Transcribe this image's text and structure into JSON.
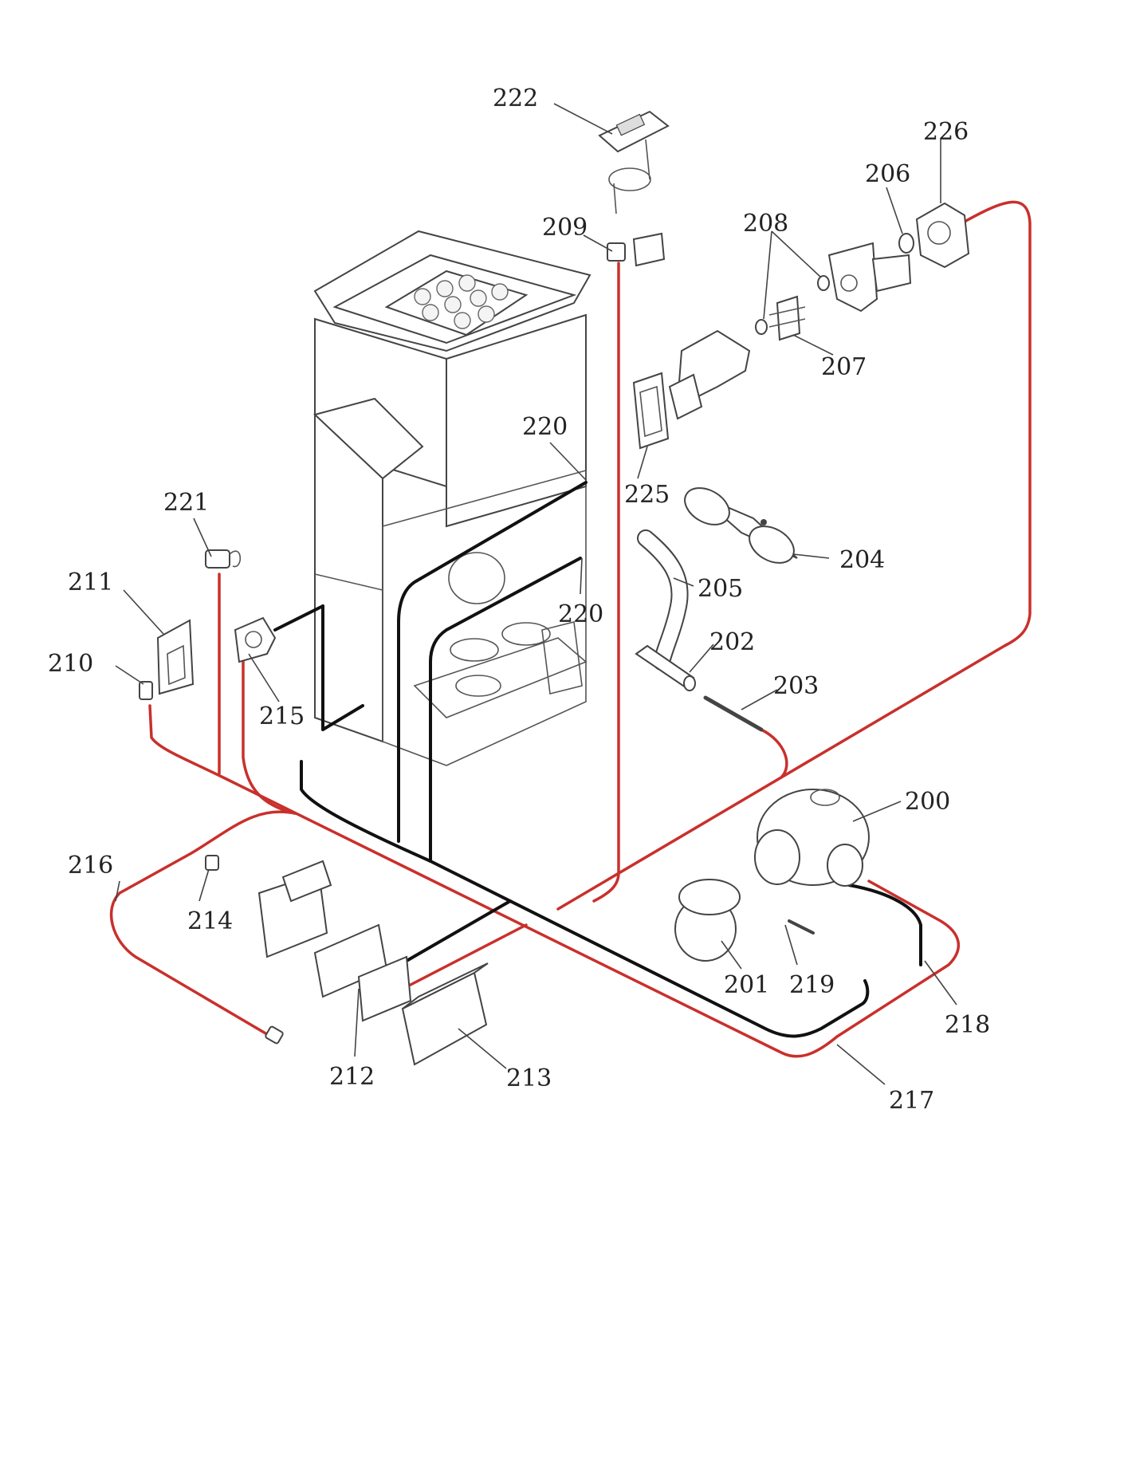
{
  "colors": {
    "wire_red": "#c9302c",
    "wire_black": "#111111",
    "outline": "#444444",
    "background": "#ffffff"
  },
  "labels": {
    "p200": "200",
    "p201": "201",
    "p202": "202",
    "p203": "203",
    "p204": "204",
    "p205": "205",
    "p206": "206",
    "p207": "207",
    "p208": "208",
    "p209": "209",
    "p210": "210",
    "p211": "211",
    "p212": "212",
    "p213": "213",
    "p214": "214",
    "p215": "215",
    "p216": "216",
    "p217": "217",
    "p218": "218",
    "p219": "219",
    "p220a": "220",
    "p220b": "220",
    "p221": "221",
    "p222": "222",
    "p225": "225",
    "p226": "226"
  }
}
